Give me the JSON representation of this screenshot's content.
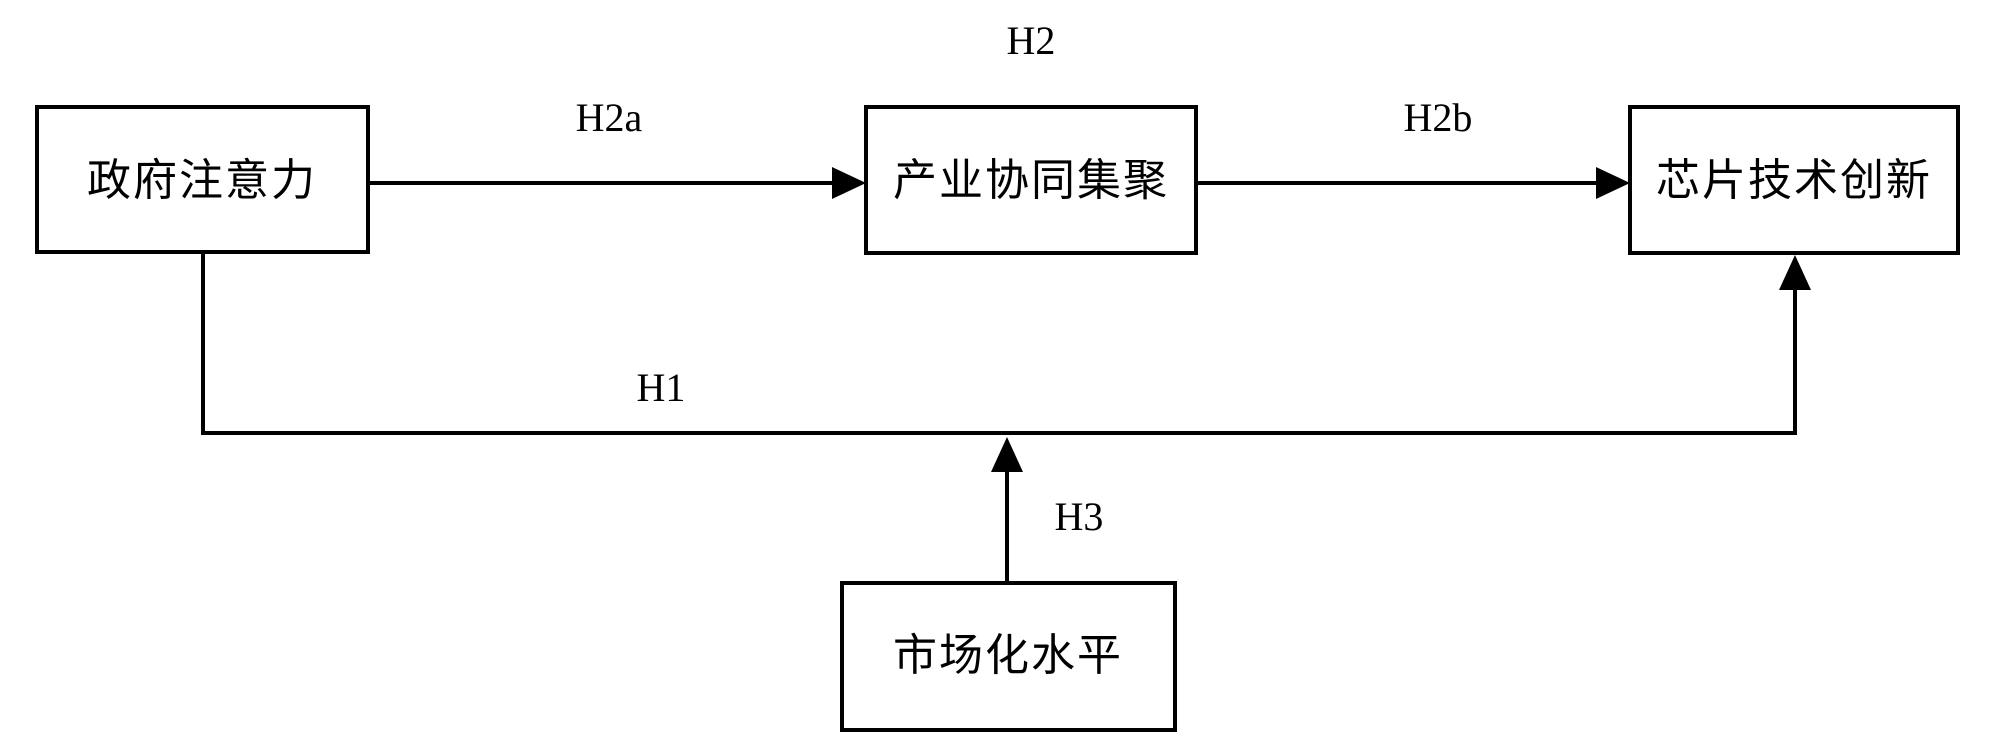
{
  "diagram": {
    "type": "hypothesis-path-model",
    "background_color": "#ffffff",
    "line_color": "#000000",
    "nodes": [
      {
        "id": "gov-attention",
        "label": "政府注意力"
      },
      {
        "id": "industry-agglomeration",
        "label": "产业协同集聚"
      },
      {
        "id": "chip-innovation",
        "label": "芯片技术创新"
      },
      {
        "id": "marketization-level",
        "label": "市场化水平"
      }
    ],
    "edges": [
      {
        "id": "h2",
        "label": "H2",
        "from": "gov-attention",
        "to": "chip-innovation"
      },
      {
        "id": "h2a",
        "label": "H2a",
        "from": "gov-attention",
        "to": "industry-agglomeration"
      },
      {
        "id": "h2b",
        "label": "H2b",
        "from": "industry-agglomeration",
        "to": "chip-innovation"
      },
      {
        "id": "h1",
        "label": "H1",
        "from": "gov-attention",
        "to": "chip-innovation"
      },
      {
        "id": "h3",
        "label": "H3",
        "from": "marketization-level",
        "to": "h1-path"
      }
    ]
  }
}
